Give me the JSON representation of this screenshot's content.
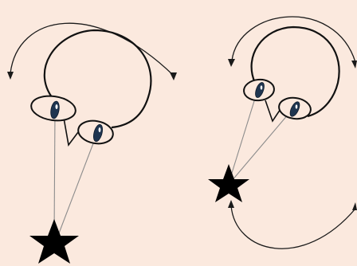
{
  "background_color": "#fbe9de",
  "diagram": {
    "panels": [
      {
        "id": "left",
        "icons": [
          "head-outline",
          "left-eye-icon",
          "right-eye-icon",
          "nose-icon",
          "star-icon"
        ],
        "rotation_arrow": "clockwise-arc-with-two-heads-down"
      },
      {
        "id": "right",
        "icons": [
          "head-outline",
          "left-eye-icon",
          "right-eye-icon",
          "nose-icon",
          "star-icon"
        ],
        "rotation_arrows": [
          "upper-arc-heads-down",
          "lower-arc-head-up"
        ]
      }
    ]
  }
}
